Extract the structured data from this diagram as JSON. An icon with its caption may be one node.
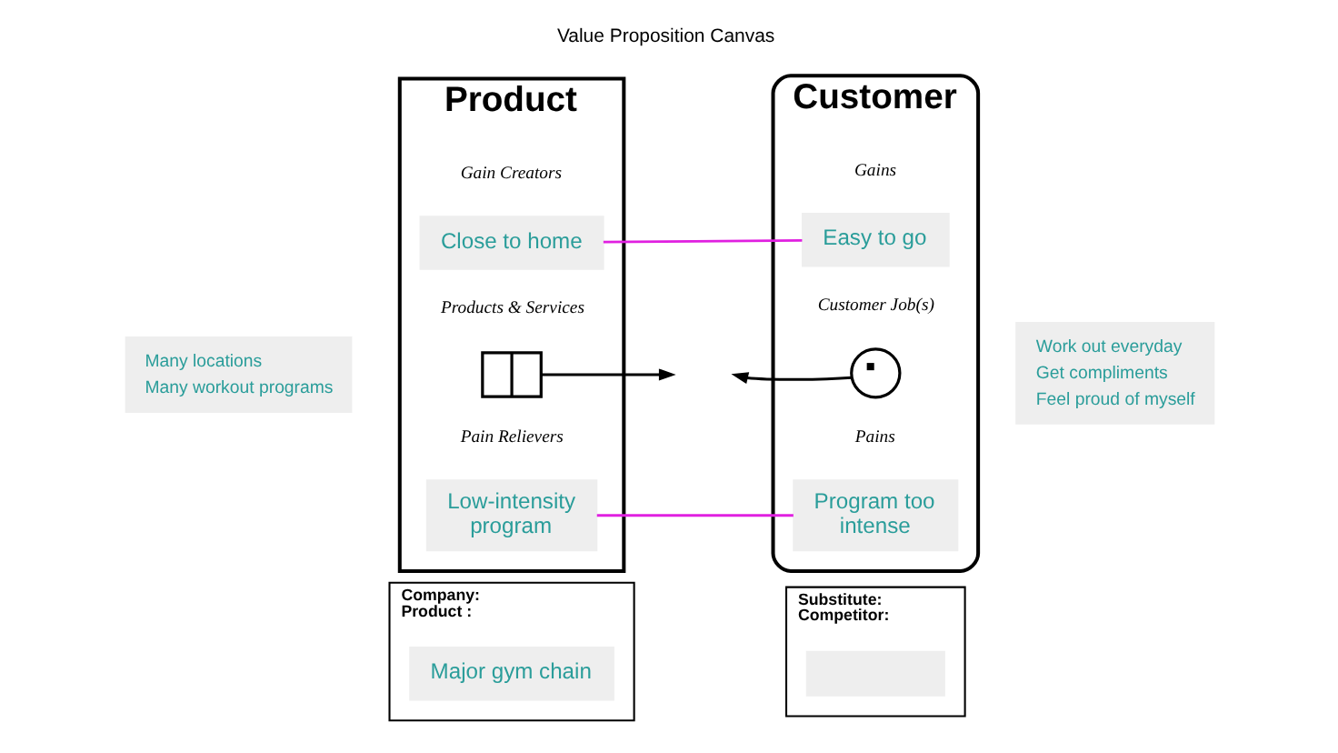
{
  "diagram": {
    "title": "Value Proposition Canvas",
    "nodes": [
      {
        "text": [
          "Product"
        ]
      },
      {
        "text": [
          "Close to home"
        ],
        "in": 0
      },
      {
        "text": [],
        "shape": "picture",
        "in": 0
      },
      {
        "text": [
          "Many locations",
          "Many workout programs"
        ]
      },
      {
        "text": [
          "Low-intensity program"
        ],
        "in": 0
      },
      {
        "text": [
          "Customer"
        ]
      },
      {
        "text": [
          "Easy to go"
        ],
        "in": 5
      },
      {
        "text": [],
        "shape": "picture",
        "in": 5
      },
      {
        "text": [
          "Work out everyday",
          "Get compliments",
          "Feel proud of myself"
        ]
      },
      {
        "text": [
          "Program too intense"
        ],
        "in": 5
      },
      {
        "text": [
          "Company: Product :"
        ]
      },
      {
        "text": [
          "Major gym chain"
        ],
        "in": 10
      },
      {
        "text": [
          "Substitute: Competitor:"
        ]
      },
      {
        "text": [],
        "shape": "box",
        "in": 12
      }
    ],
    "edges": [
      {
        "from": 1,
        "to": 6,
        "arrow": "none",
        "color": "#e020e0"
      },
      {
        "from": 4,
        "to": 9,
        "arrow": "none",
        "color": "#e020e0"
      },
      {
        "from": 2,
        "to": null,
        "arrow": "to",
        "color": "#000000"
      },
      {
        "from": 7,
        "to": null,
        "arrow": "to",
        "color": "#000000"
      }
    ],
    "labels": [
      "Gain Creators",
      "Gains",
      "Products & Services",
      "Customer Job(s)",
      "Pain Relievers",
      "Pains"
    ]
  }
}
